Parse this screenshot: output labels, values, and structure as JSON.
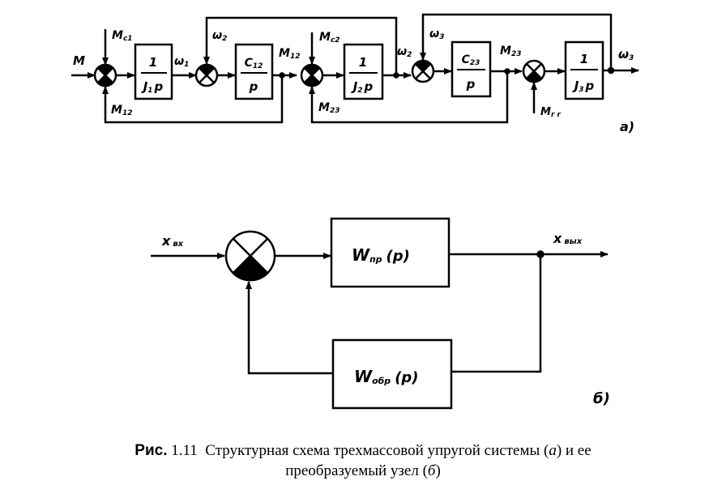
{
  "figure": {
    "diagram_a": {
      "panel_label": "а)",
      "inputs": {
        "M": "M",
        "Mc1": "Mc1",
        "Mc2": "Mc2",
        "Mrr": "Mr r",
        "M12_fb": "M12",
        "M23_fb": "M23"
      },
      "signals": {
        "w1": "ω1",
        "w2_fb": "ω2",
        "M12": "M12",
        "w2": "ω2",
        "w3_fb": "ω3",
        "M23": "M23",
        "w3": "ω3"
      },
      "blocks": [
        {
          "num": "1",
          "den": "J1 p"
        },
        {
          "num": "C12",
          "den": "p"
        },
        {
          "num": "1",
          "den": "J2 p"
        },
        {
          "num": "C23",
          "den": "p"
        },
        {
          "num": "1",
          "den": "J3 p"
        }
      ],
      "labels": {
        "M": "M",
        "Mc1_main": "M",
        "Mc1_sub": "c1",
        "w1_main": "ω",
        "w1_sub": "1",
        "w2a_main": "ω",
        "w2a_sub": "2",
        "M12_main": "M",
        "M12_sub": "12",
        "M12fb_main": "M",
        "M12fb_sub": "12",
        "Mc2_main": "M",
        "Mc2_sub": "c2",
        "M23fb_main": "M",
        "M23fb_sub": "23",
        "w2b_main": "ω",
        "w2b_sub": "2",
        "w3a_main": "ω",
        "w3a_sub": "3",
        "M23_main": "M",
        "M23_sub": "23",
        "Mrr_main": "M",
        "Mrr_sub": "r r",
        "w3b_main": "ω",
        "w3b_sub": "3",
        "b1_num": "1",
        "b1_den_main": "J",
        "b1_den_sub": "1",
        "b1_den_p": "p",
        "b2_num_main": "C",
        "b2_num_sub": "12",
        "b2_den": "p",
        "b3_num": "1",
        "b3_den_main": "J",
        "b3_den_sub": "2",
        "b3_den_p": "p",
        "b4_num_main": "C",
        "b4_num_sub": "23",
        "b4_den": "p",
        "b5_num": "1",
        "b5_den_main": "J",
        "b5_den_sub": "3",
        "b5_den_p": "p"
      }
    },
    "diagram_b": {
      "panel_label": "б)",
      "input_main": "x",
      "input_sub": "вх",
      "output_main": "x",
      "output_sub": "вых",
      "forward_block": {
        "main": "W",
        "sub": "пр",
        "arg": "(p)"
      },
      "feedback_block": {
        "main": "W",
        "sub": "обр",
        "arg": "(p)"
      }
    },
    "caption": {
      "prefix": "Рис.",
      "number": "1.11",
      "line1_text": "Структурная схема трехмассовой упругой системы (",
      "ref_a": "а",
      "line1_mid": ") и ее",
      "line2_text": "преобразуемый узел (",
      "ref_b": "б",
      "line2_end": ")"
    }
  }
}
